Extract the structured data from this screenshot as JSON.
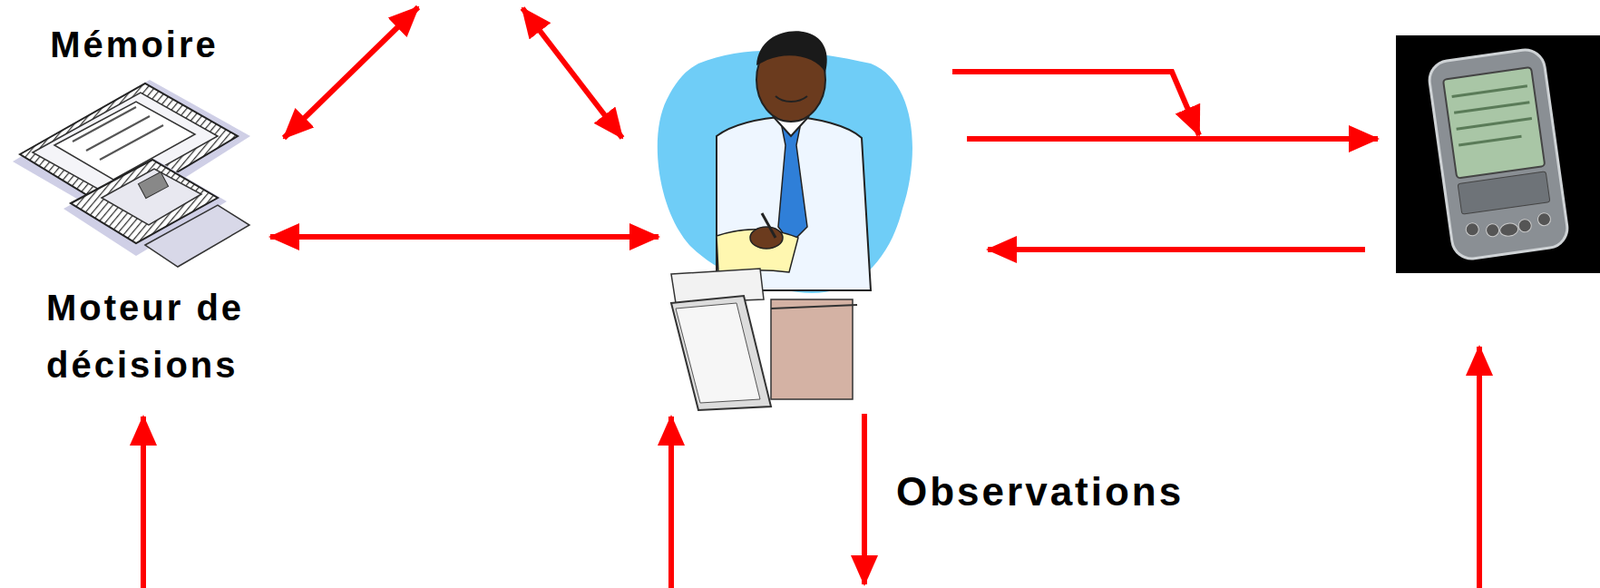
{
  "diagram": {
    "nodes": [
      {
        "text": [
          "Mémoire",
          "Moteur de décisions"
        ]
      }
    ],
    "labels": [
      "Observations"
    ]
  }
}
